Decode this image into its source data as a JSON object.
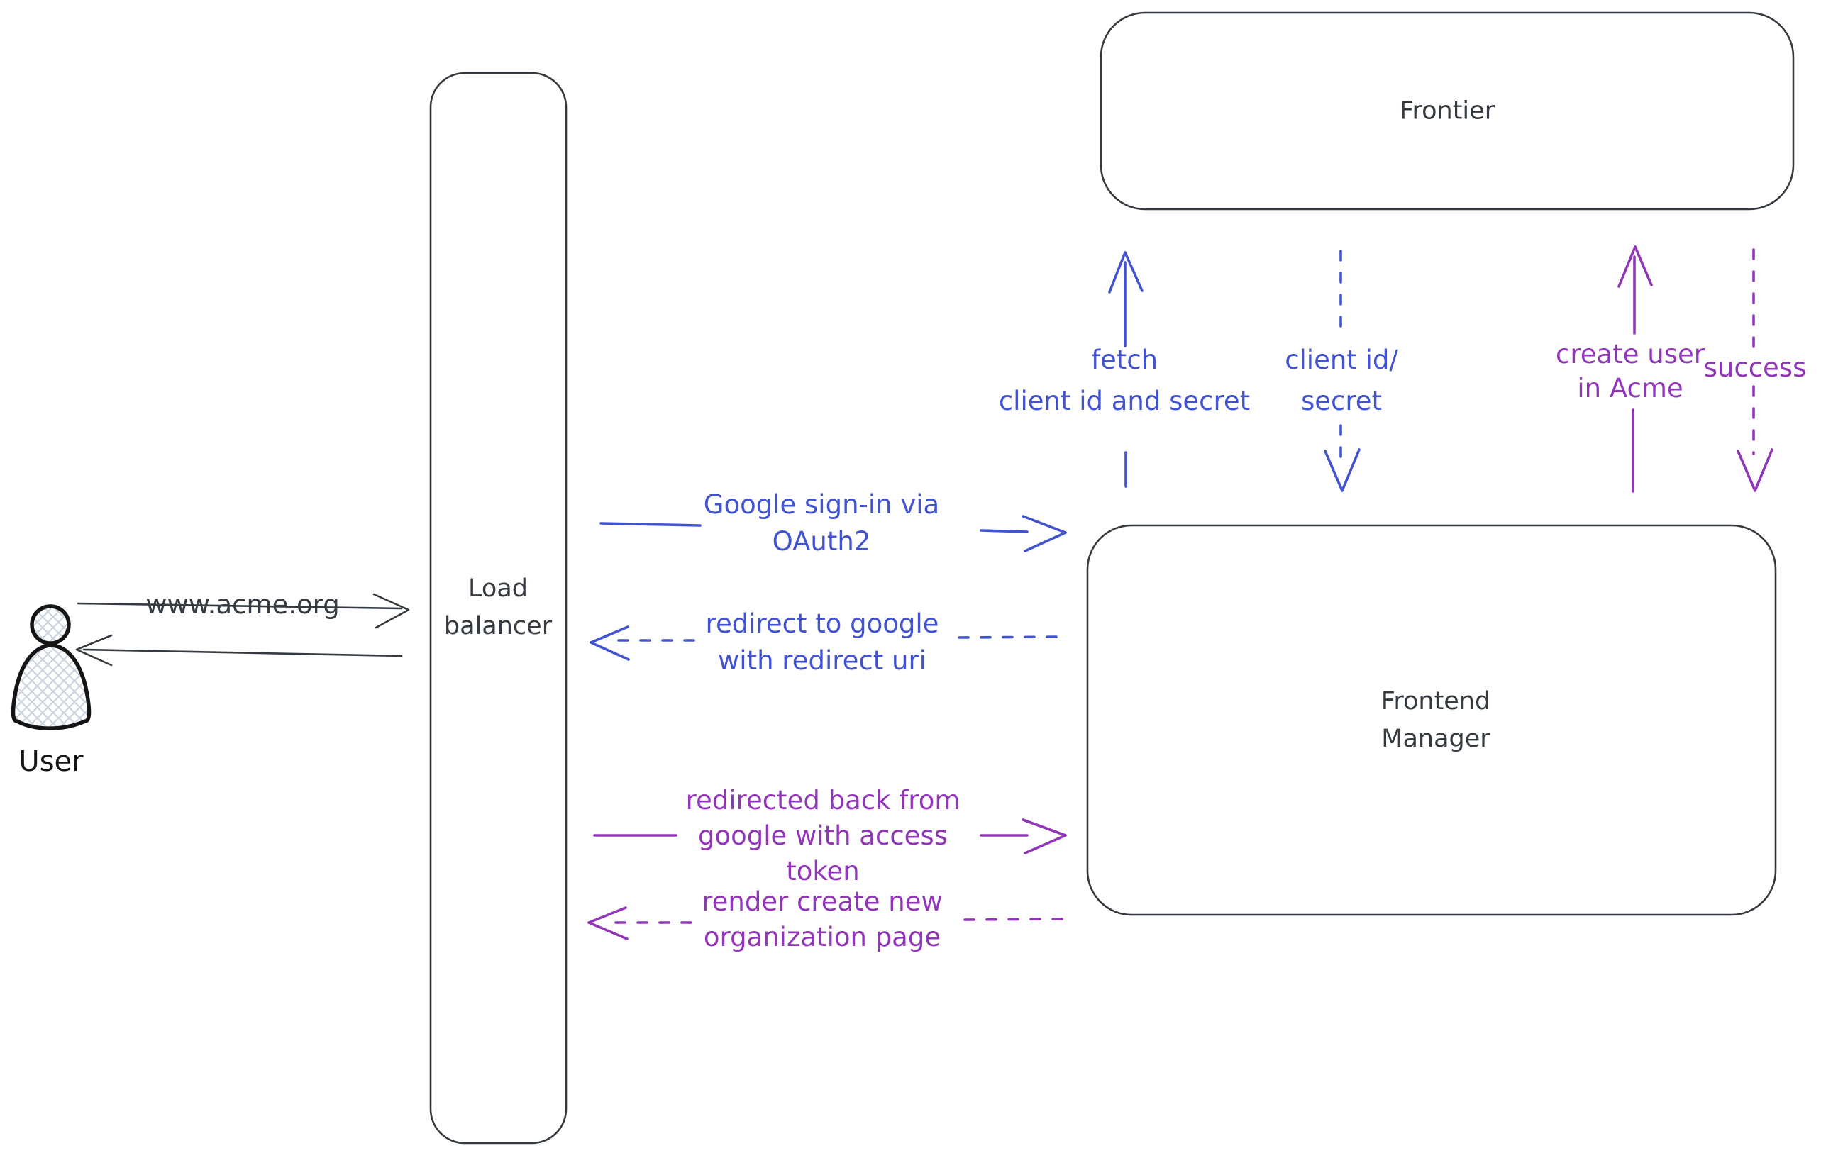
{
  "colors": {
    "dark": "#343a40",
    "blue": "#4153d0",
    "purple": "#9136b8",
    "ink": "#151515",
    "hatch": "#ccd4de"
  },
  "nodes": {
    "user": {
      "label": "User"
    },
    "load_balancer": {
      "lines": [
        "Load",
        "balancer"
      ]
    },
    "frontier": {
      "label": "Frontier"
    },
    "frontend_manager": {
      "lines": [
        "Frontend",
        "Manager"
      ]
    }
  },
  "edges": {
    "user_to_lb": {
      "lines": [
        "www.acme.org"
      ],
      "color": "dark",
      "style": "solid"
    },
    "google_signin": {
      "lines": [
        "Google sign-in via",
        "OAuth2"
      ],
      "color": "blue",
      "style": "solid"
    },
    "redirect_to_google": {
      "lines": [
        "redirect to google",
        "with redirect uri"
      ],
      "color": "blue",
      "style": "dashed"
    },
    "fetch_client": {
      "lines": [
        "fetch",
        "client id and secret"
      ],
      "color": "blue",
      "style": "solid"
    },
    "client_id_secret": {
      "lines": [
        "client id/",
        "secret"
      ],
      "color": "blue",
      "style": "dashed"
    },
    "create_user": {
      "lines": [
        "create user",
        "in Acme"
      ],
      "color": "purple",
      "style": "solid"
    },
    "success": {
      "lines": [
        "success"
      ],
      "color": "purple",
      "style": "dashed"
    },
    "redirected_back": {
      "lines": [
        "redirected back from",
        "google with access",
        "token"
      ],
      "color": "purple",
      "style": "solid"
    },
    "render_page": {
      "lines": [
        "render create new",
        "organization page"
      ],
      "color": "purple",
      "style": "dashed"
    }
  }
}
